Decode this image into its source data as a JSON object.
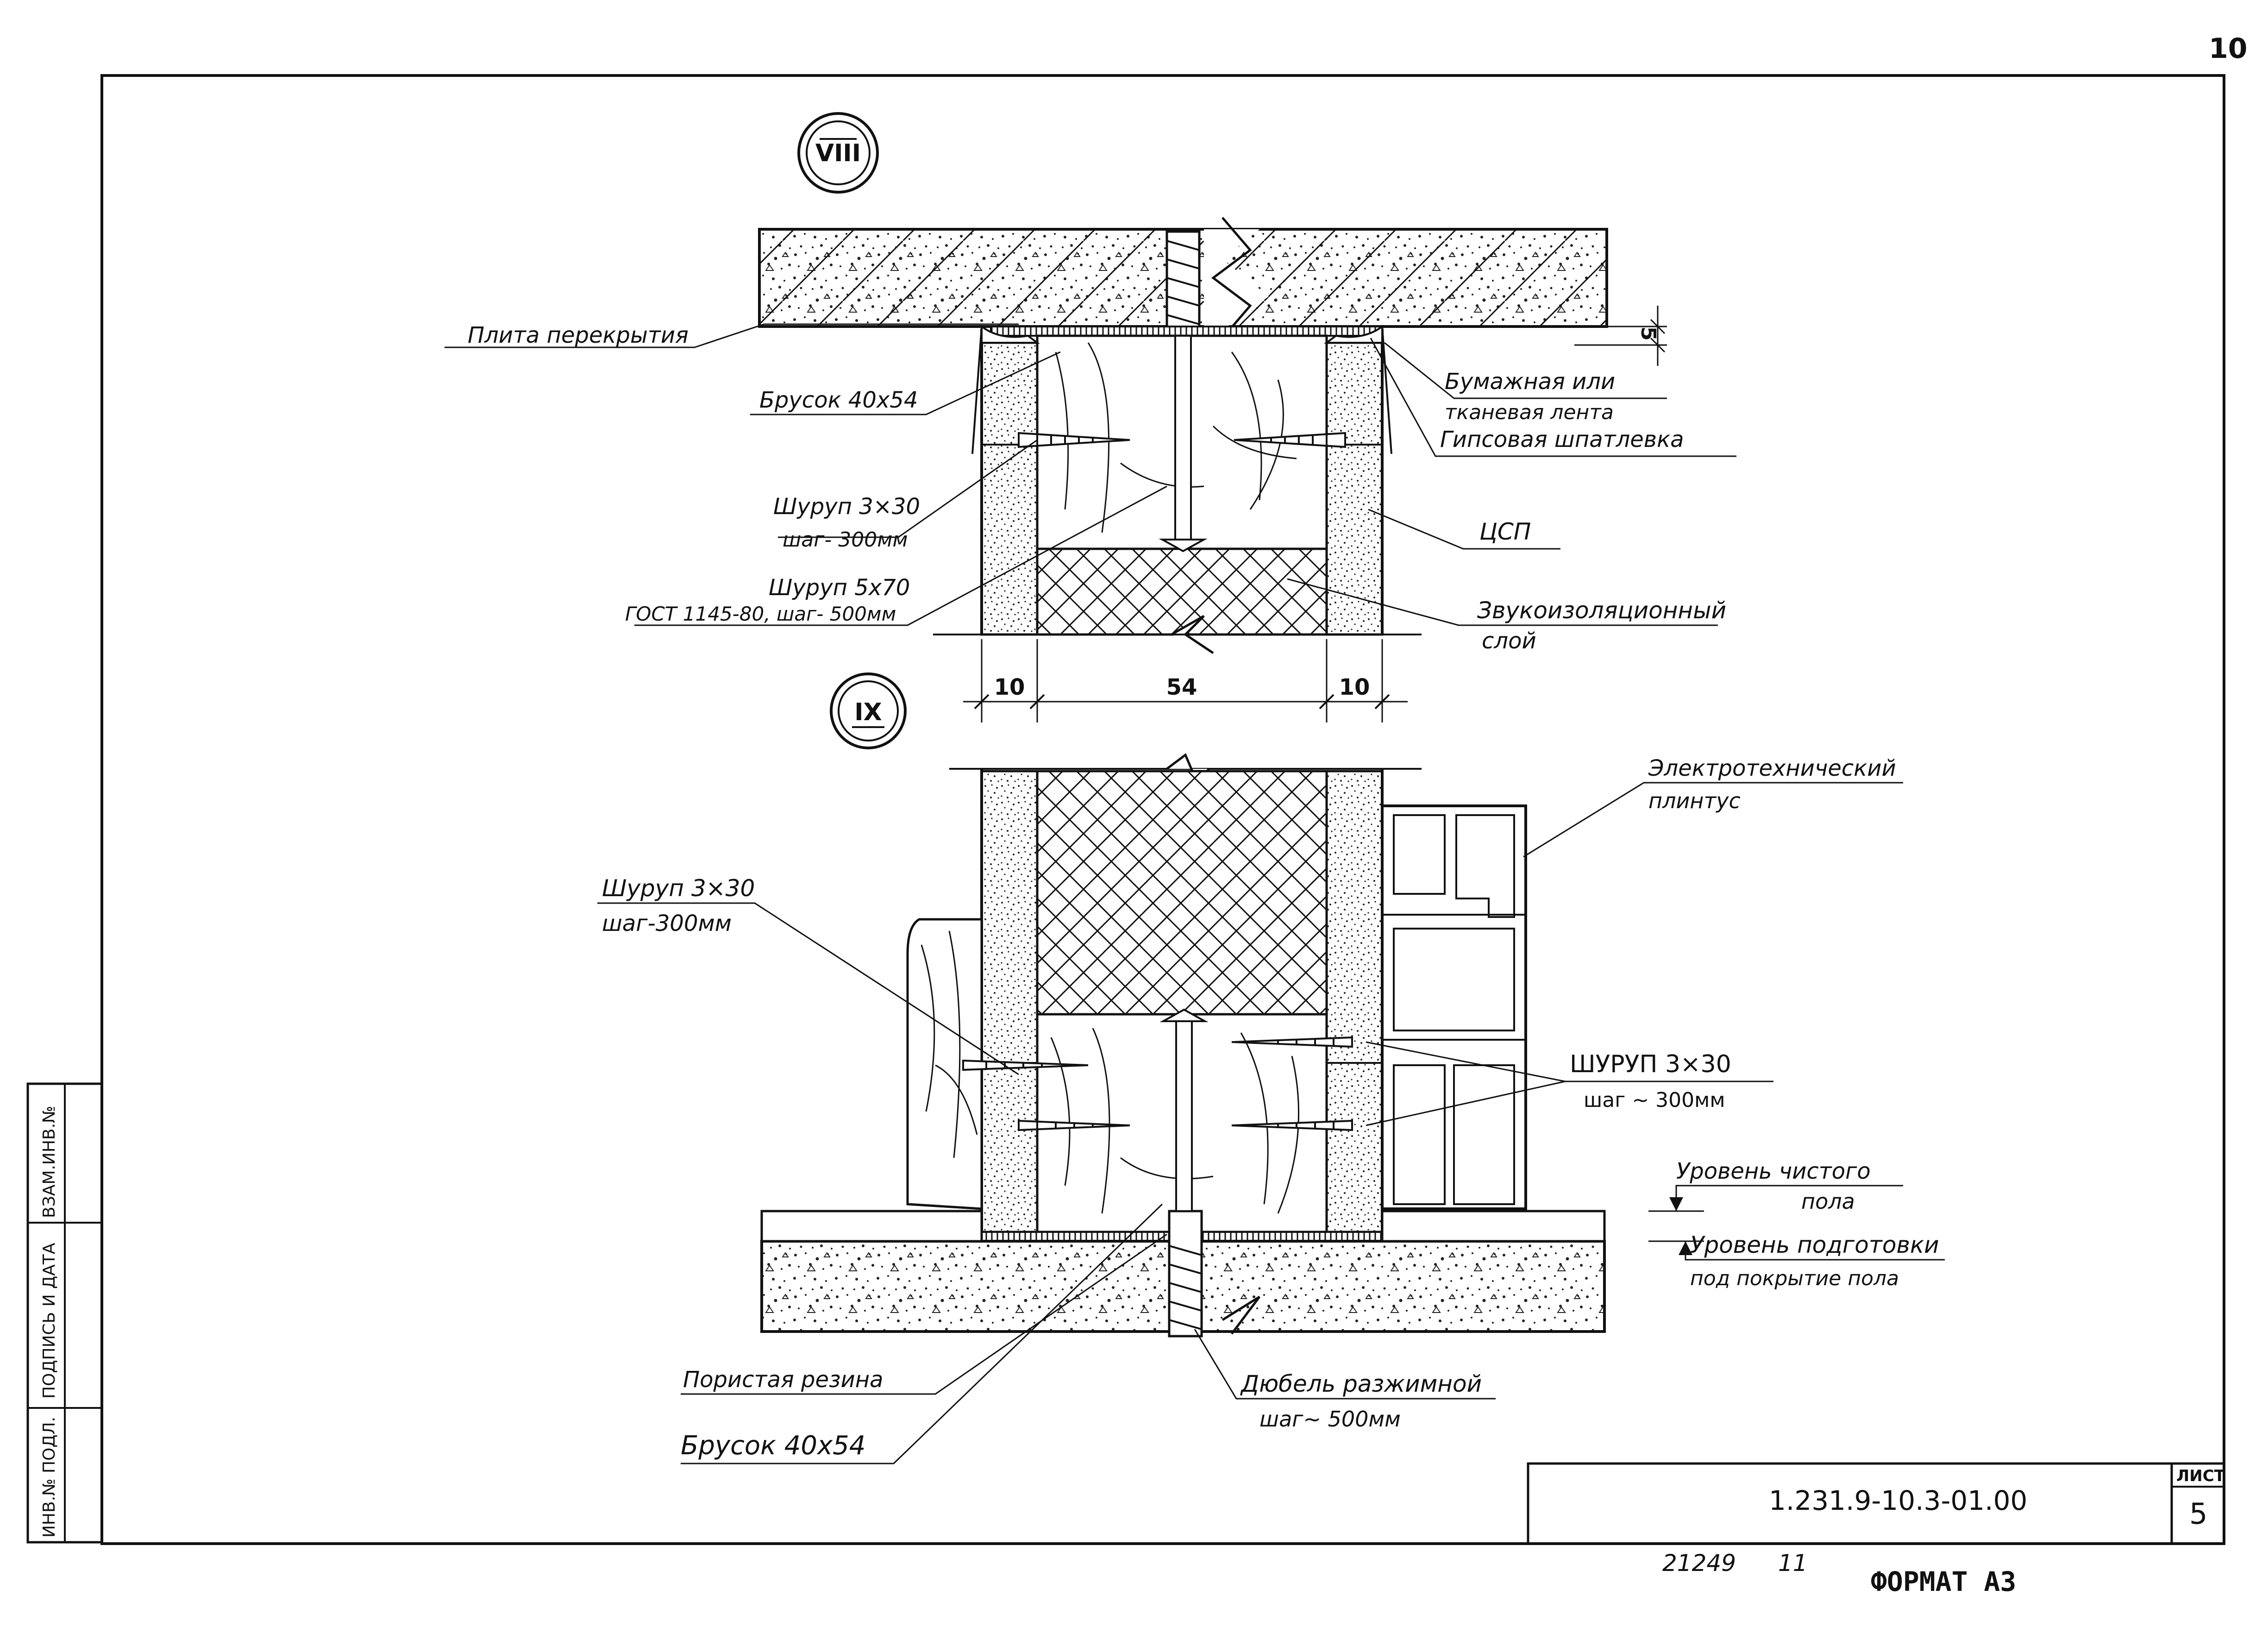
{
  "sheet": {
    "page_number": "10",
    "sheet_label": "ЛИСТ",
    "sheet_number": "5",
    "document_code": "1.231.9-10.3-01.00",
    "handwritten_note_1": "21249",
    "handwritten_note_2": "11",
    "format": "ФОРМАТ А3"
  },
  "side_stamp": {
    "inv_no_podl": "ИНВ.№ ПОДЛ.",
    "podpis_data": "ПОДПИСЬ И ДАТА",
    "vzam_inv": "ВЗАМ.ИНВ.№"
  },
  "sections": {
    "top": "VIII",
    "bottom": "IX"
  },
  "dimensions": {
    "left": "10",
    "middle": "54",
    "right": "10",
    "gap": "5"
  },
  "labels": {
    "plita": "Плита перекрытия",
    "brusok_top": "Брусок 40х54",
    "shurup_top_1": "Шуруп 3×30",
    "shurup_top_1_step": "шаг- 300мм",
    "shurup_top_2": "Шуруп 5х70",
    "shurup_top_2_gost": "ГОСТ 1145-80, шаг- 500мм",
    "lenta_1": "Бумажная или",
    "lenta_2": "тканевая лента",
    "shpatlevka": "Гипсовая шпатлевка",
    "tssp": "ЦСП",
    "zvuko_1": "Звукоизоляционный",
    "zvuko_2": "слой",
    "plintus_1": "Электротехнический",
    "plintus_2": "плинтус",
    "shurup_left": "Шуруп 3×30",
    "shurup_left_step": "шаг-300мм",
    "shurup_right": "ШУРУП  3×30",
    "shurup_right_step": "шаг ~ 300мм",
    "uroven_chist_1": "Уровень чистого",
    "uroven_chist_2": "пола",
    "uroven_podg_1": "Уровень подготовки",
    "uroven_podg_2": "под покрытие пола",
    "rezina": "Пористая  резина",
    "brusok_bottom": "Брусок 40х54",
    "dubel_1": "Дюбель разжимной",
    "dubel_2": "шаг~ 500мм"
  }
}
